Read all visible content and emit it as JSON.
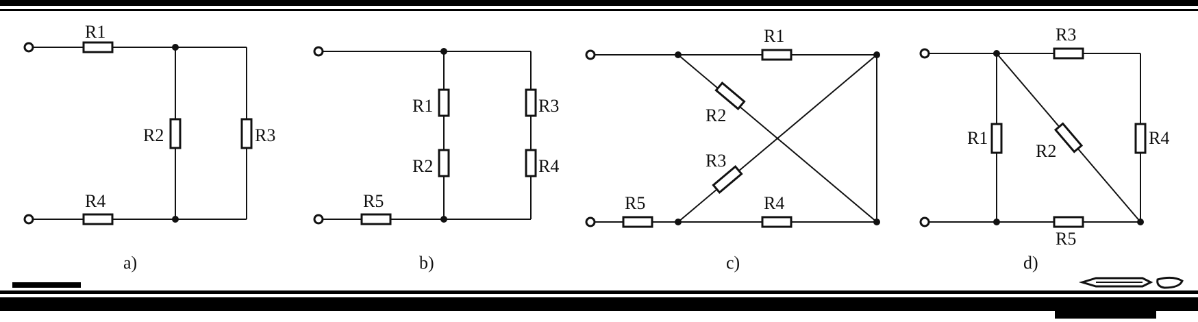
{
  "panels": [
    {
      "caption": "a)",
      "labels": {
        "R1": "R1",
        "R2": "R2",
        "R3": "R3",
        "R4": "R4"
      }
    },
    {
      "caption": "b)",
      "labels": {
        "R1": "R1",
        "R2": "R2",
        "R3": "R3",
        "R4": "R4",
        "R5": "R5"
      }
    },
    {
      "caption": "c)",
      "labels": {
        "R1": "R1",
        "R2": "R2",
        "R3": "R3",
        "R4": "R4",
        "R5": "R5"
      }
    },
    {
      "caption": "d)",
      "labels": {
        "R1": "R1",
        "R2": "R2",
        "R3": "R3",
        "R4": "R4",
        "R5": "R5"
      }
    }
  ],
  "colors": {
    "ink": "#111111",
    "paper": "#ffffff"
  }
}
